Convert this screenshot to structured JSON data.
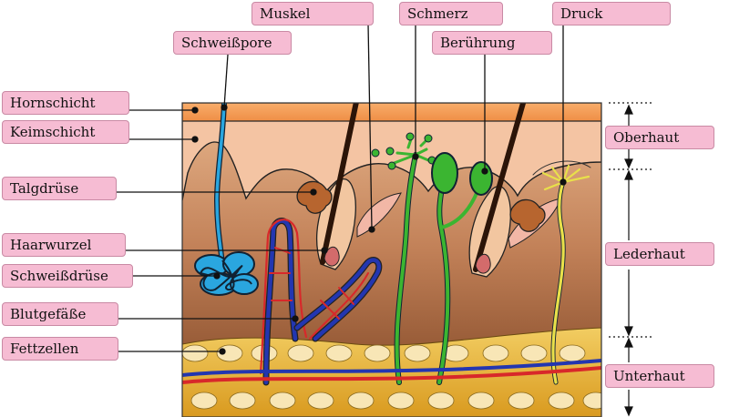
{
  "labels": {
    "hornschicht": "Hornschicht",
    "keimschicht": "Keimschicht",
    "talgdruese": "Talgdrüse",
    "haarwurzel": "Haarwurzel",
    "schweissdruese": "Schweißdrüse",
    "blutgefaesse": "Blutgefäße",
    "fettzellen": "Fettzellen",
    "schweisspore": "Schweißpore",
    "muskel": "Muskel",
    "schmerz": "Schmerz",
    "beruehrung": "Berührung",
    "druck": "Druck",
    "oberhaut": "Oberhaut",
    "lederhaut": "Lederhaut",
    "unterhaut": "Unterhaut"
  },
  "colors": {
    "hornschicht": "#f7a15e",
    "keimschicht": "#f4c4a3",
    "lederhaut": "#b77a50",
    "unterhaut": "#e9b531",
    "fettzelle": "#f8e6b6",
    "label_fill": "#f6bcd3",
    "sweat_duct": "#2aa6df",
    "artery": "#d8282a",
    "vein": "#2336b0",
    "nerve_green": "#3bb531",
    "nerve_yellow": "#e8e04a",
    "hair": "#3b1e10",
    "gland": "#b7652f"
  }
}
